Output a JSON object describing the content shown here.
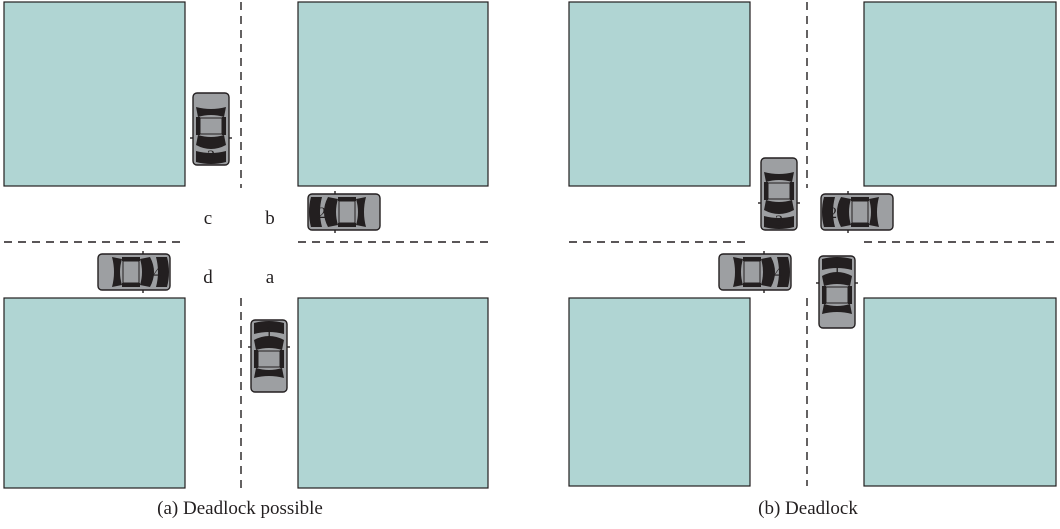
{
  "colors": {
    "block": "#b0d5d3",
    "car_body": "#9d9fa2",
    "car_glass": "#231f20",
    "car_outline": "#231f20",
    "line": "#231f20"
  },
  "panel_a": {
    "caption": "(a) Deadlock possible",
    "regions": {
      "a": "a",
      "b": "b",
      "c": "c",
      "d": "d"
    },
    "cars": [
      {
        "label": "1",
        "heading": "north"
      },
      {
        "label": "2",
        "heading": "west"
      },
      {
        "label": "3",
        "heading": "south"
      },
      {
        "label": "4",
        "heading": "east"
      }
    ]
  },
  "panel_b": {
    "caption": "(b) Deadlock",
    "cars": [
      {
        "label": "1",
        "heading": "north"
      },
      {
        "label": "2",
        "heading": "west"
      },
      {
        "label": "3",
        "heading": "south"
      },
      {
        "label": "4",
        "heading": "east"
      }
    ]
  }
}
